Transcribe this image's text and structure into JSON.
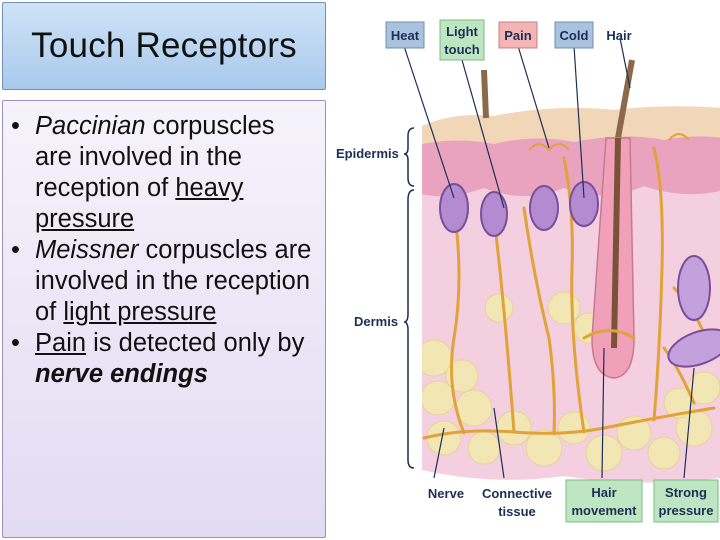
{
  "title": "Touch Receptors",
  "bullets": [
    {
      "segments": [
        {
          "text": "Paccinian",
          "style": "italic"
        },
        {
          "text": " corpuscles are involved in the reception of ",
          "style": "normal"
        },
        {
          "text": "heavy pressure",
          "style": "underline"
        }
      ]
    },
    {
      "segments": [
        {
          "text": "Meissner",
          "style": "italic"
        },
        {
          "text": " corpuscles are involved in the reception of ",
          "style": "normal"
        },
        {
          "text": "light pressure",
          "style": "underline"
        }
      ]
    },
    {
      "segments": [
        {
          "text": "Pain",
          "style": "underline"
        },
        {
          "text": " is detected only by ",
          "style": "normal"
        },
        {
          "text": "nerve endings",
          "style": "bold-italic"
        }
      ]
    }
  ],
  "diagram": {
    "top_labels": {
      "heat": "Heat",
      "light_touch_1": "Light",
      "light_touch_2": "touch",
      "pain": "Pain",
      "cold": "Cold",
      "hair": "Hair"
    },
    "side_labels": {
      "epidermis": "Epidermis",
      "dermis": "Dermis"
    },
    "bottom_labels": {
      "nerve": "Nerve",
      "connective_1": "Connective",
      "connective_2": "tissue",
      "hair_movement_1": "Hair",
      "hair_movement_2": "movement",
      "strong_pressure_1": "Strong",
      "strong_pressure_2": "pressure"
    },
    "colors": {
      "heat_tag": "#a9c2dd",
      "light_touch_tag": "#bfe6c2",
      "pain_tag": "#f2b4b4",
      "cold_tag": "#a9c2dd",
      "hair_movement_tag": "#bfe6c2",
      "strong_pressure_tag": "#bfe6c2",
      "skin_surface": "#f2d6b8",
      "epidermis": "#e9a3bf",
      "dermis": "#f4cfe0",
      "fat": "#f3e6b5",
      "nerve": "#e0a33a",
      "corpuscle": "#9b6fb8"
    }
  }
}
